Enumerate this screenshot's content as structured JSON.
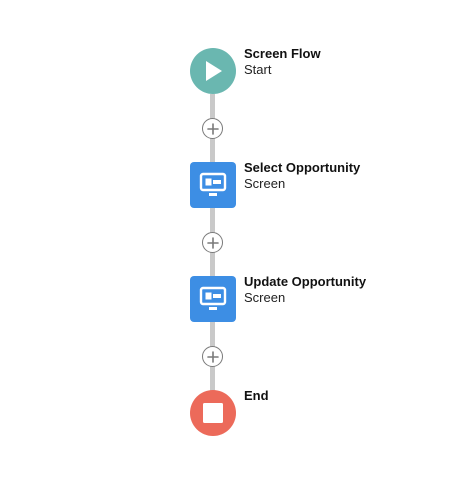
{
  "flow": {
    "nodes": [
      {
        "kind": "start",
        "title": "Screen Flow",
        "subtitle": "Start",
        "icon": "play-icon"
      },
      {
        "kind": "screen",
        "title": "Select Opportunity",
        "subtitle": "Screen",
        "icon": "screen-icon"
      },
      {
        "kind": "screen",
        "title": "Update Opportunity",
        "subtitle": "Screen",
        "icon": "screen-icon"
      },
      {
        "kind": "end",
        "title": "End",
        "icon": "stop-icon"
      }
    ],
    "add_element_icon": "plus-circle-icon"
  },
  "colors": {
    "start": "#6ab7b0",
    "screen": "#3d8ee4",
    "end": "#ec6a5a",
    "connector": "#c9c9c9",
    "add_button_border": "#7a7a7a"
  }
}
